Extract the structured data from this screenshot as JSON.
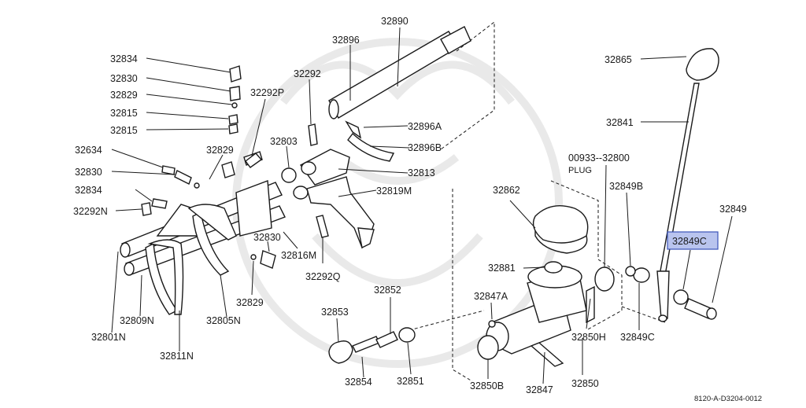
{
  "diagram": {
    "caption": "8120-A-D3204-0012",
    "highlighted_part": "32849C",
    "labels": {
      "p32834a": "32834",
      "p32830a": "32830",
      "p32829a": "32829",
      "p32815a": "32815",
      "p32815b": "32815",
      "p32634": "32634",
      "p32830b": "32830",
      "p32834b": "32834",
      "p32292n": "32292N",
      "p32829b": "32829",
      "p32292p": "32292P",
      "p32292": "32292",
      "p32896": "32896",
      "p32890": "32890",
      "p32896a": "32896A",
      "p32896b": "32896B",
      "p32803": "32803",
      "p32813": "32813",
      "p32819m": "32819M",
      "p32830c": "32830",
      "p32816m": "32816M",
      "p32292q": "32292Q",
      "p32829c": "32829",
      "p32809n": "32809N",
      "p32805n": "32805N",
      "p32801n": "32801N",
      "p32811n": "32811N",
      "p32853": "32853",
      "p32852": "32852",
      "p32854": "32854",
      "p32851": "32851",
      "p32847a": "32847A",
      "p32862": "32862",
      "p32881": "32881",
      "p00933": "00933--32800",
      "plug": "PLUG",
      "p32849b": "32849B",
      "p32865": "32865",
      "p32841": "32841",
      "p32849": "32849",
      "p32849c": "32849C",
      "p32850h": "32850H",
      "p32849c2": "32849C",
      "p32850b": "32850B",
      "p32847": "32847",
      "p32850": "32850"
    }
  }
}
